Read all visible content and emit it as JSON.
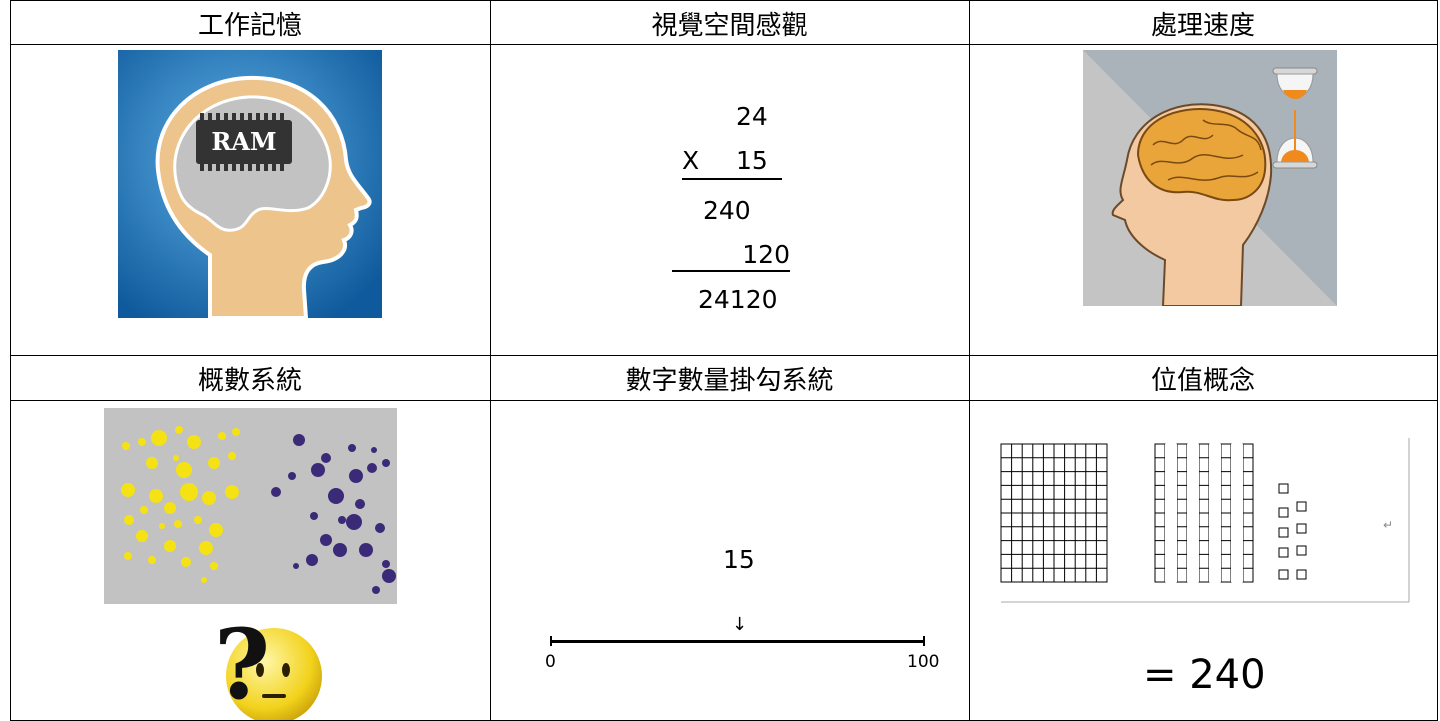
{
  "headers": {
    "r1c1": "工作記憶",
    "r1c2": "視覺空間感觀",
    "r1c3": "處理速度",
    "r2c1": "概數系統",
    "r2c2": "數字數量掛勾系統",
    "r2c3": "位值概念"
  },
  "working_memory": {
    "chip_label": "RAM"
  },
  "multiplication": {
    "multiplicand": "24",
    "operator": "X",
    "multiplier": "15",
    "partial1": "240",
    "partial2": "120",
    "result": "24120"
  },
  "approx_number": {
    "question_mark": "?"
  },
  "number_line": {
    "target": "15",
    "start": "0",
    "end": "100",
    "arrow": "↓"
  },
  "place_value": {
    "equation": "= 240",
    "return_mark": "↵"
  },
  "colors": {
    "blue_bg": "#1d6fb5",
    "skin": "#edc48c",
    "yellow_dot": "#f5e215",
    "purple_dot": "#3a2a78",
    "grey_panel": "#c2c2c2"
  }
}
